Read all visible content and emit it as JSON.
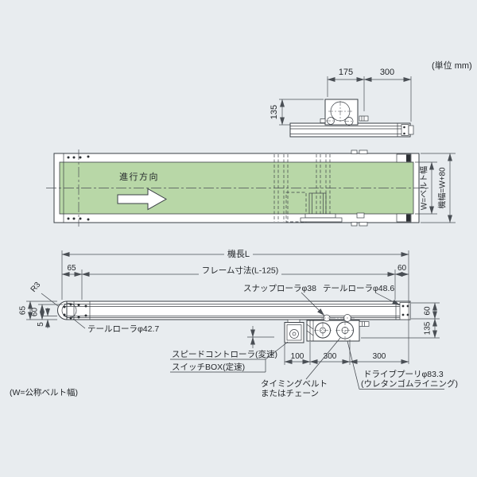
{
  "unit_note": "(単位 mm)",
  "footnote": "(W=公称ベルト幅)",
  "colors": {
    "background": "#e8ecef",
    "line": "#3a3f45",
    "belt_green": "#b8d7a7",
    "white": "#ffffff"
  },
  "top_view": {
    "dims": {
      "width_175": "175",
      "width_300": "300",
      "height_135": "135"
    }
  },
  "plan_view": {
    "direction_label": "進行方向",
    "belt_width_label": "W=ベルト幅",
    "machine_width_label": "機幅=W+80"
  },
  "side_view": {
    "dims": {
      "machine_length": "機長L",
      "frame_length": "フレーム寸法(L-125)",
      "end_60": "60",
      "front_65": "65",
      "height_65": "65",
      "height_60": "60",
      "belt_5": "5",
      "right_60": "60",
      "right_135": "135",
      "box_100": "100",
      "motor_300": "300",
      "pulley_300": "300"
    },
    "labels": {
      "radius": "R3",
      "tail_roller_left": "テールローラφ42.7",
      "snap_roller": "スナップローラφ38",
      "tail_roller_right": "テールローラφ48.6",
      "speed_controller": "スピードコントローラ(変速)",
      "switch_box": "スイッチBOX(定速)",
      "timing_belt_1": "タイミングベルト",
      "timing_belt_2": "またはチェーン",
      "drive_pulley_1": "ドライブプーリφ83.3",
      "drive_pulley_2": "(ウレタンゴムライニング)"
    }
  }
}
